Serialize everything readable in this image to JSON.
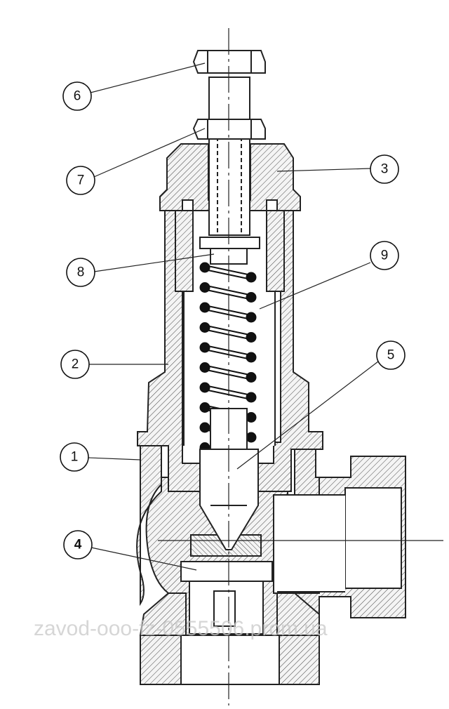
{
  "callouts": [
    {
      "id": "6",
      "label": "6"
    },
    {
      "id": "7",
      "label": "7"
    },
    {
      "id": "3",
      "label": "3"
    },
    {
      "id": "8",
      "label": "8"
    },
    {
      "id": "9",
      "label": "9"
    },
    {
      "id": "2",
      "label": "2"
    },
    {
      "id": "5",
      "label": "5"
    },
    {
      "id": "1",
      "label": "1"
    },
    {
      "id": "4",
      "label": "4"
    }
  ],
  "watermark": "zavod-ooo-fz-0555506.prom.ua"
}
